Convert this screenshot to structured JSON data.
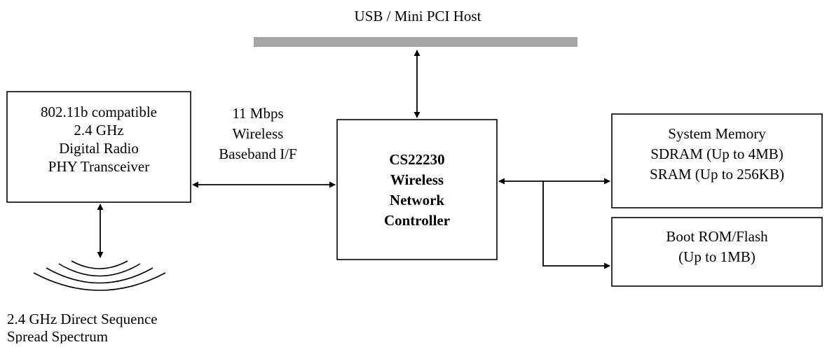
{
  "host_bus": {
    "label": "USB / Mini PCI Host",
    "color": "#a6a6a6"
  },
  "phy": {
    "lines": [
      "802.11b compatible",
      "2.4 GHz",
      "Digital Radio",
      "PHY Transceiver"
    ]
  },
  "baseband": {
    "lines": [
      "11 Mbps",
      "Wireless",
      "Baseband I/F"
    ]
  },
  "controller": {
    "lines": [
      "CS22230",
      "Wireless",
      "Network",
      "Controller"
    ]
  },
  "memory": {
    "lines": [
      "System Memory",
      "SDRAM (Up to 4MB)",
      "SRAM (Up to 256KB)"
    ]
  },
  "boot": {
    "lines": [
      "Boot ROM/Flash",
      "(Up to 1MB)"
    ]
  },
  "antenna": {
    "lines": [
      "2.4 GHz Direct Sequence",
      "Spread Spectrum"
    ]
  }
}
